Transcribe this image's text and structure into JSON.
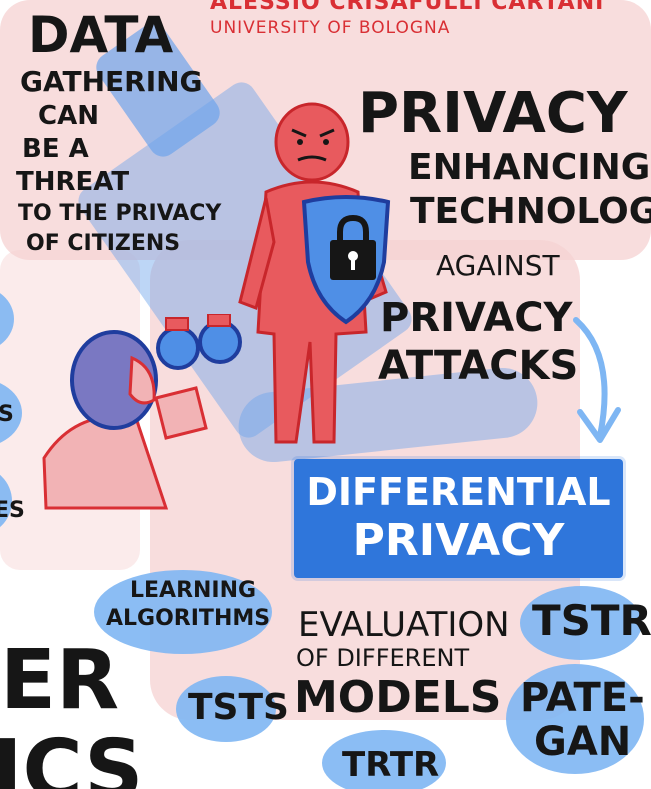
{
  "header": {
    "author": "ALESSIO CRISAFULLI CARTANI",
    "affiliation": "UNIVERSITY OF BOLOGNA"
  },
  "left_text": {
    "title": "DATA",
    "lines": [
      "GATHERING",
      "CAN",
      "BE A",
      "THREAT",
      "TO THE PRIVACY",
      "OF CITIZENS"
    ]
  },
  "right_text": {
    "privacy": "PRIVACY",
    "enhancing": "ENHANCING",
    "technology": "TECHNOLOGY",
    "against": "AGAINST",
    "privacy2": "PRIVACY",
    "attacks": "ATTACKS"
  },
  "dp_box": {
    "line1": "DIFFERENTIAL",
    "line2": "PRIVACY",
    "color": "#2f76db"
  },
  "bubbles": {
    "learning_1": "LEARNING",
    "learning_2": "ALGORITHMS",
    "tsts": "TSTS",
    "tstr": "TSTR",
    "pate_1": "PATE-",
    "pate_2": "GAN",
    "trtr": "TRTR"
  },
  "evaluation": {
    "line1": "EVALUATION",
    "line2": "OF DIFFERENT",
    "line3": "MODELS"
  },
  "left_edge_fragments": {
    "f1": "S",
    "f2": "ES",
    "big1": "ER",
    "big2": "ICS"
  },
  "colors": {
    "accent_red": "#d92f34",
    "accent_blue": "#2f76db",
    "bubble_blue": "#7eb6f3",
    "wash_pink": "#f6d2d2"
  },
  "icons": {
    "lock": "lock-icon",
    "shield": "shield-icon",
    "binoculars": "binoculars-icon",
    "arrow": "arrow-down-icon"
  }
}
